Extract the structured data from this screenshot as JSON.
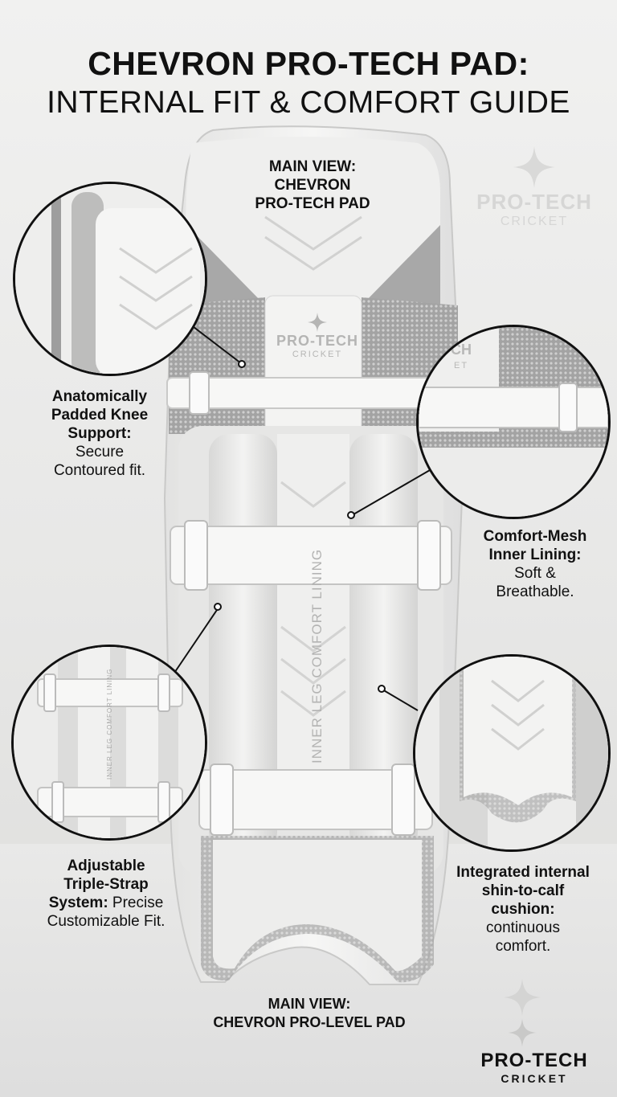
{
  "title": {
    "line1": "CHEVRON PRO-TECH PAD:",
    "line2": "INTERNAL FIT & COMFORT GUIDE"
  },
  "main_view_top": {
    "line1": "MAIN VIEW:",
    "line2": "CHEVRON",
    "line3": "PRO-TECH PAD"
  },
  "main_view_bottom": {
    "line1": "MAIN VIEW:",
    "line2": "CHEVRON PRO-LEVEL PAD"
  },
  "watermark_top": {
    "title": "PRO-TECH",
    "sub": "CRICKET"
  },
  "pad_logo": {
    "title": "PRO-TECH",
    "sub": "CRICKET"
  },
  "pad_logo_partial": {
    "title": "CH",
    "sub": "ET"
  },
  "inner_lining_text": "INNER LEG COMFORT LINING",
  "inset_strap_text": "INNER LEG COMFORT LINING",
  "callouts": {
    "knee": {
      "bold": [
        "Anatomically",
        "Padded Knee",
        "Support:"
      ],
      "normal": [
        "Secure",
        "Contoured fit."
      ]
    },
    "mesh": {
      "bold": [
        "Comfort-Mesh",
        "Inner Lining:"
      ],
      "normal": [
        "Soft &",
        "Breathable."
      ]
    },
    "strap": {
      "bold": [
        "Adjustable",
        "Triple-Strap"
      ],
      "bold_inline": "System:",
      "normal_inline": " Precise",
      "normal": [
        "Customizable Fit."
      ]
    },
    "cushion": {
      "bold": [
        "Integrated internal",
        "shin-to-calf",
        "cushion:"
      ],
      "normal": [
        "continuous",
        "comfort."
      ]
    }
  },
  "brand_bottom": {
    "title": "PRO-TECH",
    "sub": "CRICKET"
  },
  "colors": {
    "text": "#111111",
    "pad_white": "#f4f4f3",
    "mesh_grey": "#9a9a9a",
    "edge_grey": "#bdbdbd"
  }
}
